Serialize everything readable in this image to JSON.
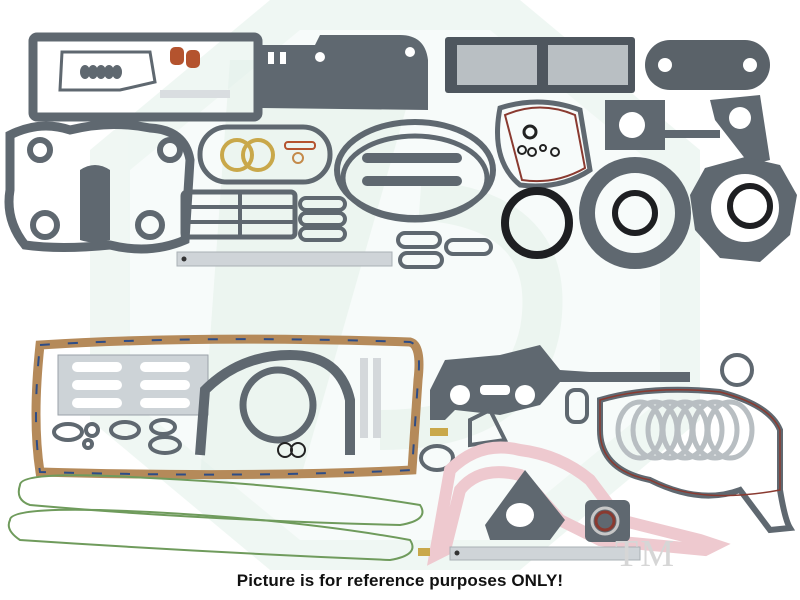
{
  "image": {
    "subject": "Engine gasket kit product photo",
    "background_color": "#ffffff",
    "watermark": {
      "shape": "octagon-logo",
      "color": "#d9ece4",
      "trademark_text": "TM"
    },
    "caption": "Picture is for reference purposes ONLY!",
    "rulers": [
      {
        "position": "upper-middle",
        "label": "metal ruler"
      },
      {
        "position": "lower-right",
        "label": "metal ruler"
      }
    ],
    "colors": {
      "gasket_gray": "#5f6870",
      "gasket_dark": "#3e454c",
      "cork": "#b58a5a",
      "cork_stripe": "#2d4c86",
      "pink_gasket": "#eec9cf",
      "seal_black": "#1e1f22",
      "copper": "#b4532e",
      "brass": "#c9a84a",
      "green_oring": "#6f9b5c",
      "ruler": "#cfd4d8"
    }
  }
}
